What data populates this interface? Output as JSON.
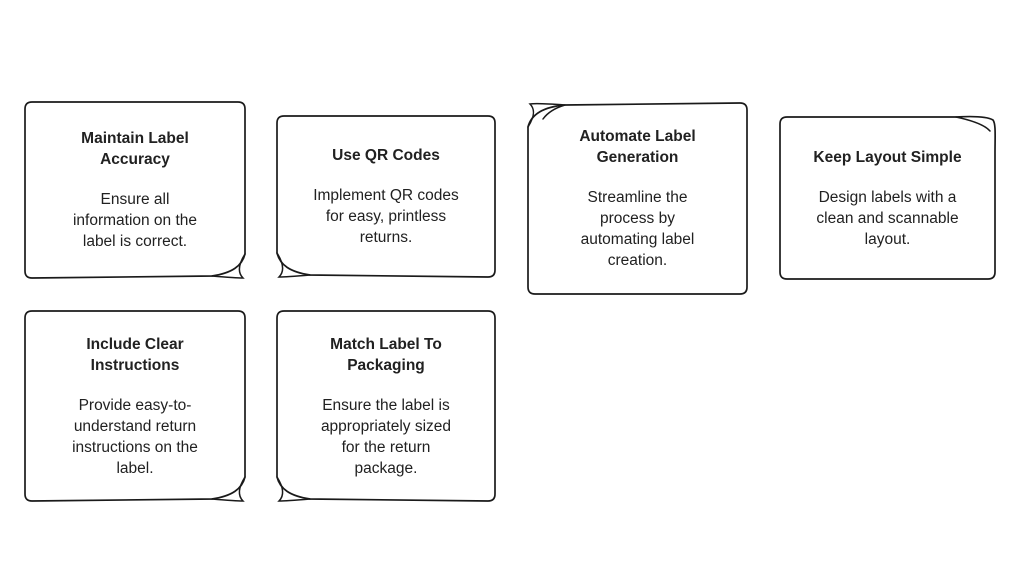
{
  "page": {
    "background_color": "#ffffff",
    "ink_color": "#1a1a1a",
    "text_color": "#212121"
  },
  "notes": [
    {
      "title": "Maintain Label\nAccuracy",
      "body": "Ensure all\ninformation on the\nlabel is correct."
    },
    {
      "title": "Use QR Codes",
      "body": "Implement QR codes\nfor easy, printless\nreturns."
    },
    {
      "title": "Automate Label\nGeneration",
      "body": "Streamline the\nprocess by\nautomating label\ncreation."
    },
    {
      "title": "Keep Layout Simple",
      "body": "Design labels with a\nclean and scannable\nlayout."
    },
    {
      "title": "Include Clear\nInstructions",
      "body": "Provide easy-to-\nunderstand return\ninstructions on the\nlabel."
    },
    {
      "title": "Match Label To\nPackaging",
      "body": "Ensure the label is\nappropriately sized\nfor the return\npackage."
    }
  ]
}
